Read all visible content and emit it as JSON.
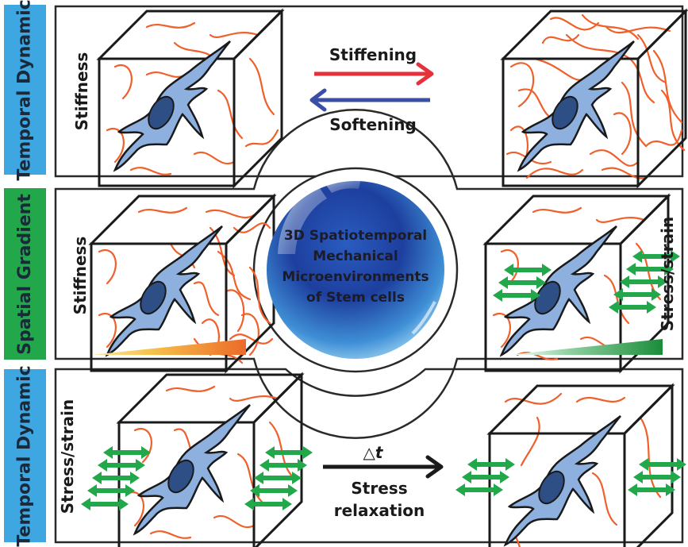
{
  "colors": {
    "temporal_sidebar": "#3ea6e0",
    "spatial_sidebar": "#22a84a",
    "fiber": "#f0602a",
    "cell": "#8eb0de",
    "nucleus": "#2e4f86",
    "stiffen_arrow": "#e6303a",
    "soften_arrow": "#3a4ea6",
    "force_arrow": "#22a84a",
    "relax_arrow": "#1a1a1a"
  },
  "sidebars": [
    {
      "label": "Temporal Dynamic"
    },
    {
      "label": "Spatial Gradient"
    },
    {
      "label": "Temporal Dynamic"
    }
  ],
  "panel1": {
    "side_label": "Stiffness",
    "arrow_top_label": "Stiffening",
    "arrow_bottom_label": "Softening"
  },
  "panel2": {
    "left_label": "Stiffness",
    "right_label": "Stress/strain"
  },
  "panel3": {
    "side_label": "Stress/strain",
    "delta_label": "△t",
    "arrow_label_line1": "Stress",
    "arrow_label_line2": "relaxation"
  },
  "center": {
    "lines": [
      "3D Spatiotemporal",
      "Mechanical",
      "Microenvironments",
      "of Stem cells"
    ]
  }
}
